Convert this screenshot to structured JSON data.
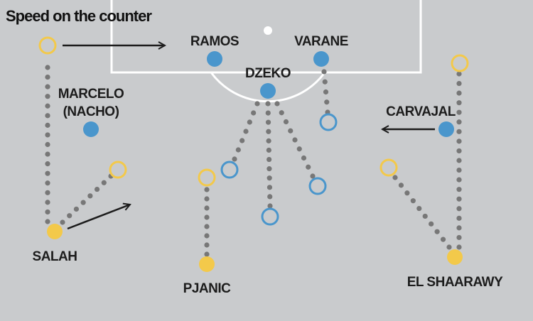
{
  "title": "Speed on the counter",
  "colors": {
    "background": "#c9cbcd",
    "blue": "#4a96cc",
    "yellow": "#f3c94a",
    "dots": "#777777",
    "lines": "#ffffff",
    "arrow": "#1c1c1c"
  },
  "players": {
    "ramos": "RAMOS",
    "varane": "VARANE",
    "dzeko": "DZEKO",
    "marcelo": "MARCELO",
    "nacho": "(NACHO)",
    "carvajal": "CARVAJAL",
    "salah": "SALAH",
    "pjanic": "PJANIC",
    "el_shaarawy": "EL SHAARAWY"
  }
}
